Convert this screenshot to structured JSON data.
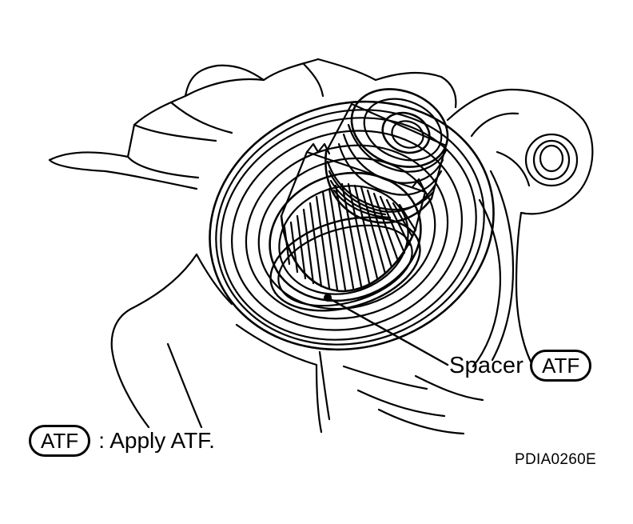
{
  "callout": {
    "label": "Spacer",
    "badge": "ATF"
  },
  "legend": {
    "badge": "ATF",
    "text": ": Apply ATF."
  },
  "figure_code": "PDIA0260E",
  "colors": {
    "line": "#000000",
    "background": "#ffffff"
  }
}
